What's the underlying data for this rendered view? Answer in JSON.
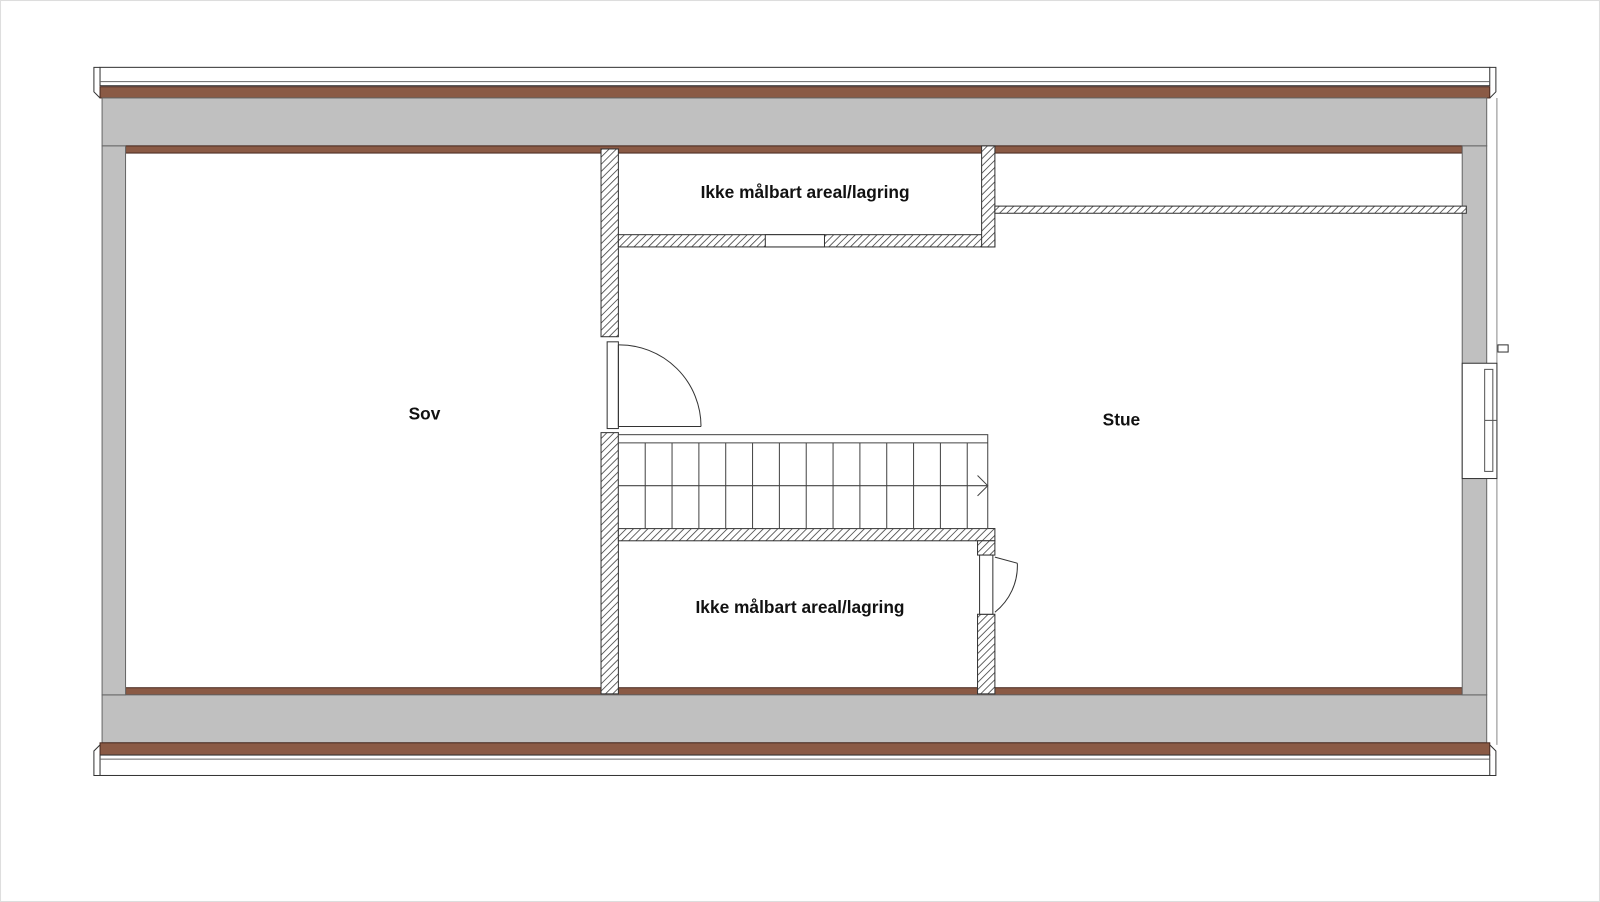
{
  "plan": {
    "rooms": [
      {
        "id": "sov",
        "label": "Sov"
      },
      {
        "id": "stue",
        "label": "Stue"
      },
      {
        "id": "storage-top",
        "label": "Ikke målbart areal/lagring"
      },
      {
        "id": "storage-bottom",
        "label": "Ikke målbart areal/lagring"
      }
    ],
    "colors": {
      "roof_band": "#c0c0c0",
      "beam": "#8a5a45",
      "wall_hatch": "#555555",
      "line": "#333333"
    }
  }
}
